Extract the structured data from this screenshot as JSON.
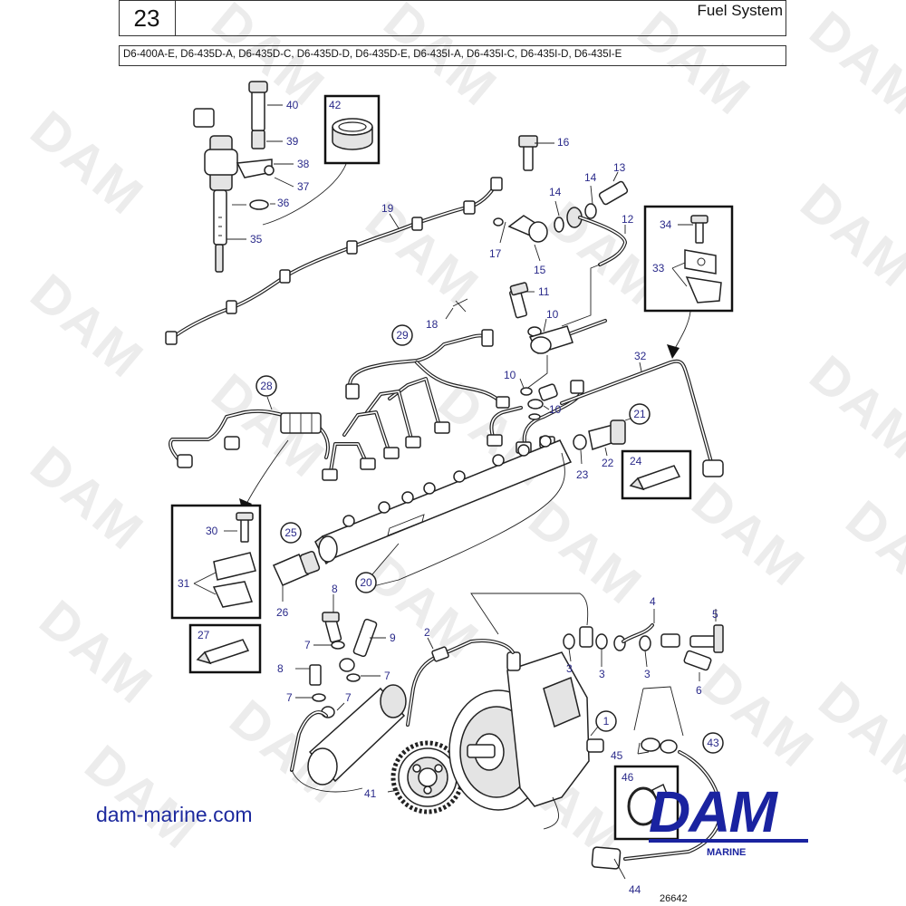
{
  "header": {
    "page_number": "23",
    "title": "Fuel System",
    "models": "D6-400A-E, D6-435D-A, D6-435D-C, D6-435D-D, D6-435D-E, D6-435I-A, D6-435I-C, D6-435I-D, D6-435I-E"
  },
  "watermark": "DAM",
  "footer": {
    "website": "dam-marine.com",
    "logo": "DAM",
    "logo_sub": "MARINE",
    "doc_number": "26642"
  },
  "callouts": {
    "c1": "1",
    "c2": "2",
    "c3a": "3",
    "c3b": "3",
    "c3c": "3",
    "c4": "4",
    "c5": "5",
    "c6": "6",
    "c7a": "7",
    "c7b": "7",
    "c7c": "7",
    "c7d": "7",
    "c8a": "8",
    "c8b": "8",
    "c9": "9",
    "c10a": "10",
    "c10b": "10",
    "c10c": "10",
    "c11": "11",
    "c12": "12",
    "c13": "13",
    "c14a": "14",
    "c14b": "14",
    "c15": "15",
    "c16": "16",
    "c17": "17",
    "c18": "18",
    "c19": "19",
    "c20": "20",
    "c21": "21",
    "c22": "22",
    "c23": "23",
    "c24": "24",
    "c25": "25",
    "c26": "26",
    "c27": "27",
    "c28": "28",
    "c29": "29",
    "c30": "30",
    "c31": "31",
    "c32": "32",
    "c33": "33",
    "c34": "34",
    "c35": "35",
    "c36": "36",
    "c37": "37",
    "c38": "38",
    "c39": "39",
    "c40": "40",
    "c41": "41",
    "c42": "42",
    "c43": "43",
    "c44": "44",
    "c45": "45",
    "c46": "46"
  },
  "colors": {
    "callout": "#2a2a8a",
    "brand_blue": "#1a23a0",
    "watermark": "#ececec"
  }
}
